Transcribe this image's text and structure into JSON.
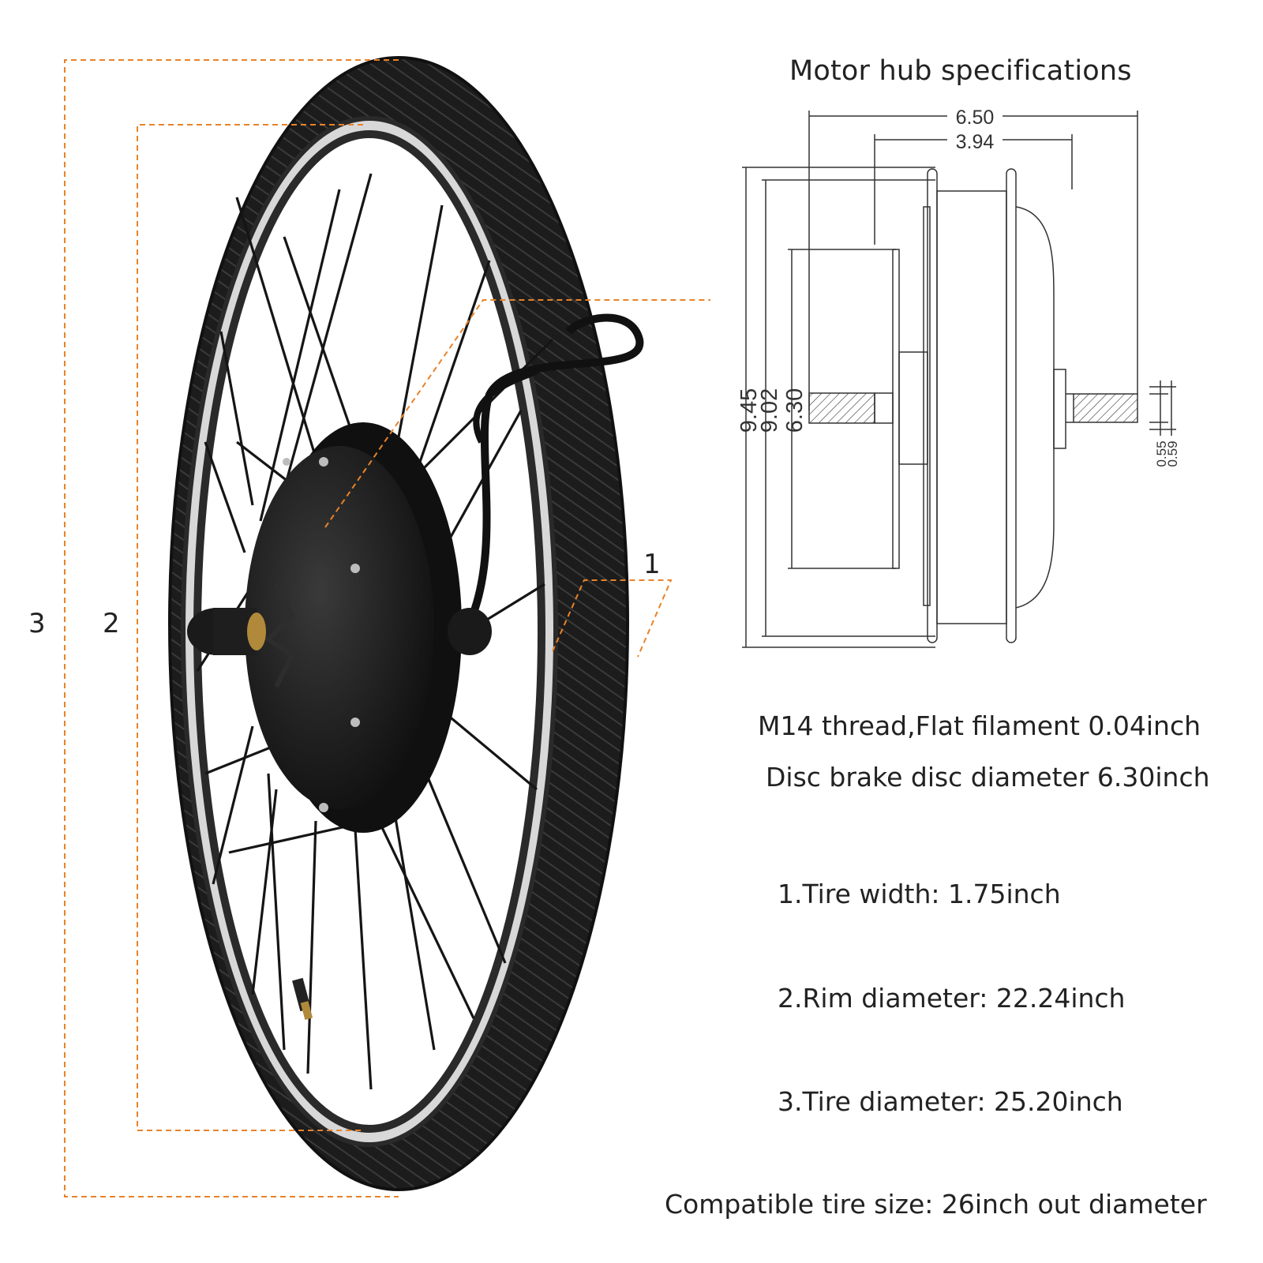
{
  "hub": {
    "title": "Motor hub specifications",
    "dims": {
      "overall_width": "6.50",
      "inner_width": "3.94",
      "height_outer": "9.45",
      "height_flange": "9.02",
      "height_disc": "6.30",
      "axle_a": "0.55",
      "axle_b": "0.59"
    }
  },
  "specs": {
    "thread": "M14 thread,Flat filament  0.04inch",
    "disc": "Disc brake disc diameter 6.30inch",
    "tire_width": "1.Tire width: 1.75inch",
    "rim_diameter": "2.Rim diameter: 22.24inch",
    "tire_diameter": "3.Tire diameter: 25.20inch",
    "compatible": "Compatible tire size: 26inch out diameter"
  },
  "markers": {
    "one": "1",
    "two": "2",
    "three": "3"
  },
  "colors": {
    "leader": "#e8832a",
    "tire": "#1b1b1b",
    "rim": "#2a2a2a",
    "drawing": "#333333"
  }
}
